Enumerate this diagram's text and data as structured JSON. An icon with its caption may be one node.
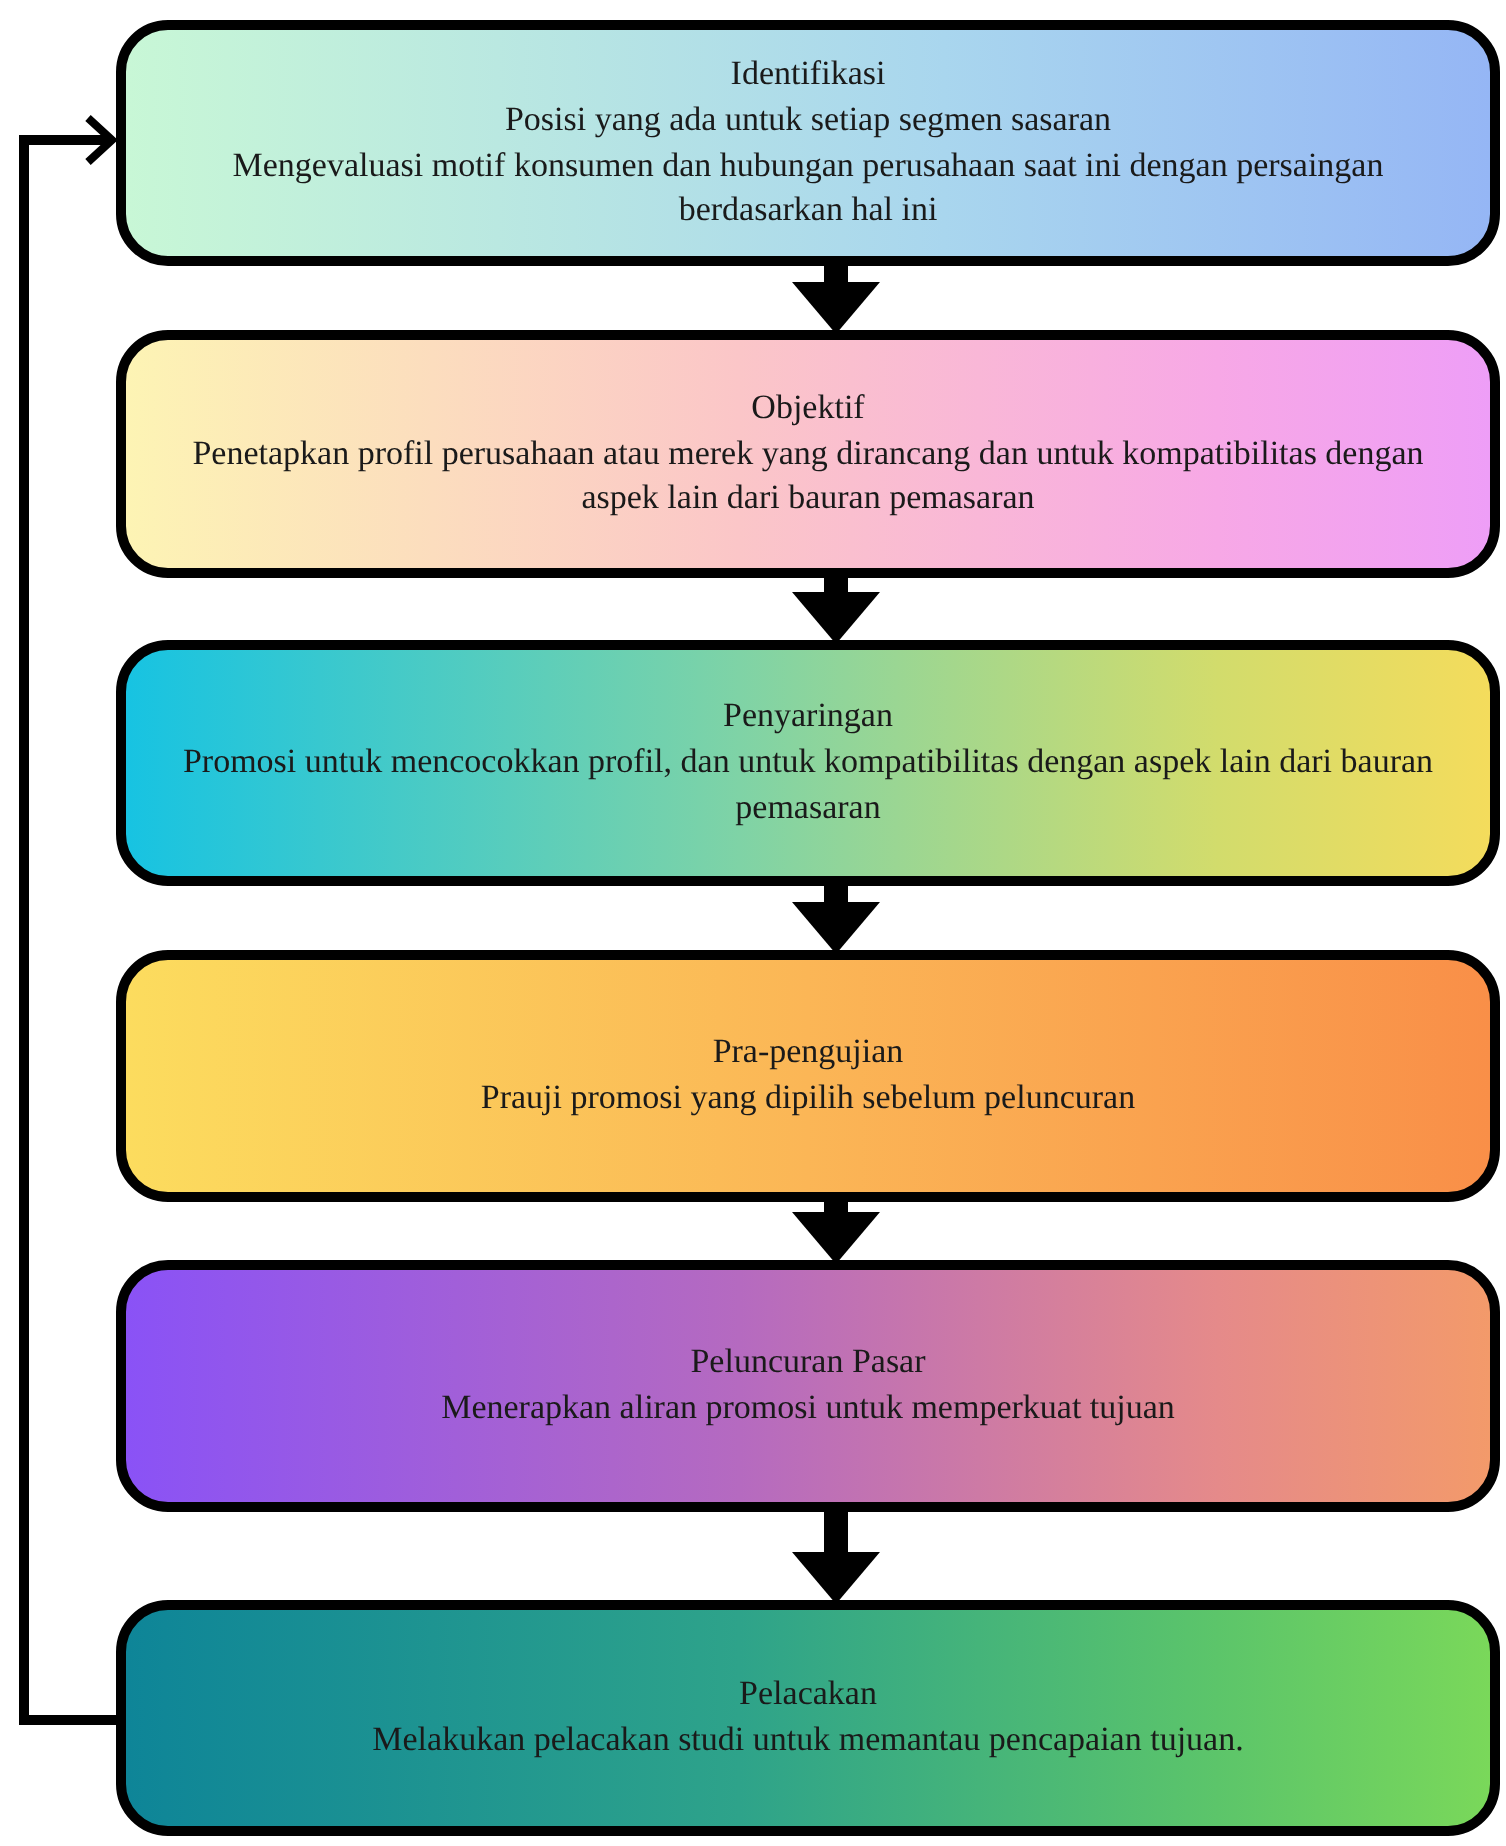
{
  "diagram": {
    "nodes": [
      {
        "text": [
          "Identifikasi",
          "Posisi yang ada untuk setiap segmen sasaran",
          "Mengevaluasi motif konsumen dan hubungan perusahaan saat ini dengan persaingan berdasarkan hal ini"
        ]
      },
      {
        "text": [
          "Objektif",
          "Penetapkan profil perusahaan atau merek yang dirancang dan untuk kompatibilitas dengan aspek lain dari bauran pemasaran"
        ]
      },
      {
        "text": [
          "Penyaringan",
          "Promosi untuk mencocokkan profil, dan untuk kompatibilitas dengan aspek lain dari bauran pemasaran"
        ]
      },
      {
        "text": [
          "Pra-pengujian",
          "Prauji promosi yang dipilih sebelum peluncuran"
        ]
      },
      {
        "text": [
          "Peluncuran Pasar",
          "Menerapkan aliran promosi untuk memperkuat tujuan"
        ]
      },
      {
        "text": [
          "Pelacakan",
          "Melakukan pelacakan studi untuk memantau pencapaian tujuan."
        ]
      }
    ],
    "edges": [
      {
        "from": 0,
        "to": 1,
        "arrow": "to"
      },
      {
        "from": 1,
        "to": 2,
        "arrow": "to"
      },
      {
        "from": 2,
        "to": 3,
        "arrow": "to"
      },
      {
        "from": 3,
        "to": 4,
        "arrow": "to"
      },
      {
        "from": 4,
        "to": 5,
        "arrow": "to"
      },
      {
        "from": 5,
        "to": 0,
        "arrow": "to"
      }
    ]
  }
}
